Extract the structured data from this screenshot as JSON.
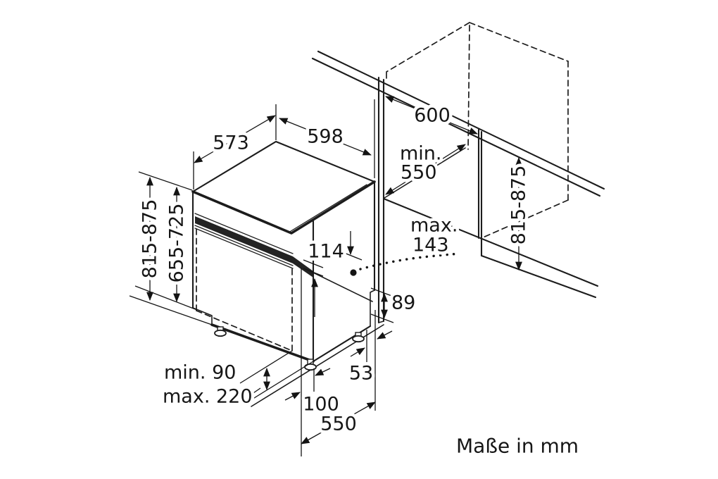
{
  "diagram": {
    "caption": "Maße in mm",
    "dims": {
      "top_depth": "573",
      "width": "598",
      "niche_width": "600",
      "niche_depth_prefix": "min.",
      "niche_depth_value": "550",
      "niche_height": "815-875",
      "appliance_height": "815-875",
      "door_panel_height": "655-725",
      "control_panel_height": "114",
      "panel_top_prefix": "max.",
      "panel_top_value": "143",
      "rear_recess_height": "89",
      "plinth_min": "min. 90",
      "plinth_max": "max. 220",
      "front_foot_setback": "100",
      "rear_foot_setback": "53",
      "base_depth": "550"
    }
  }
}
